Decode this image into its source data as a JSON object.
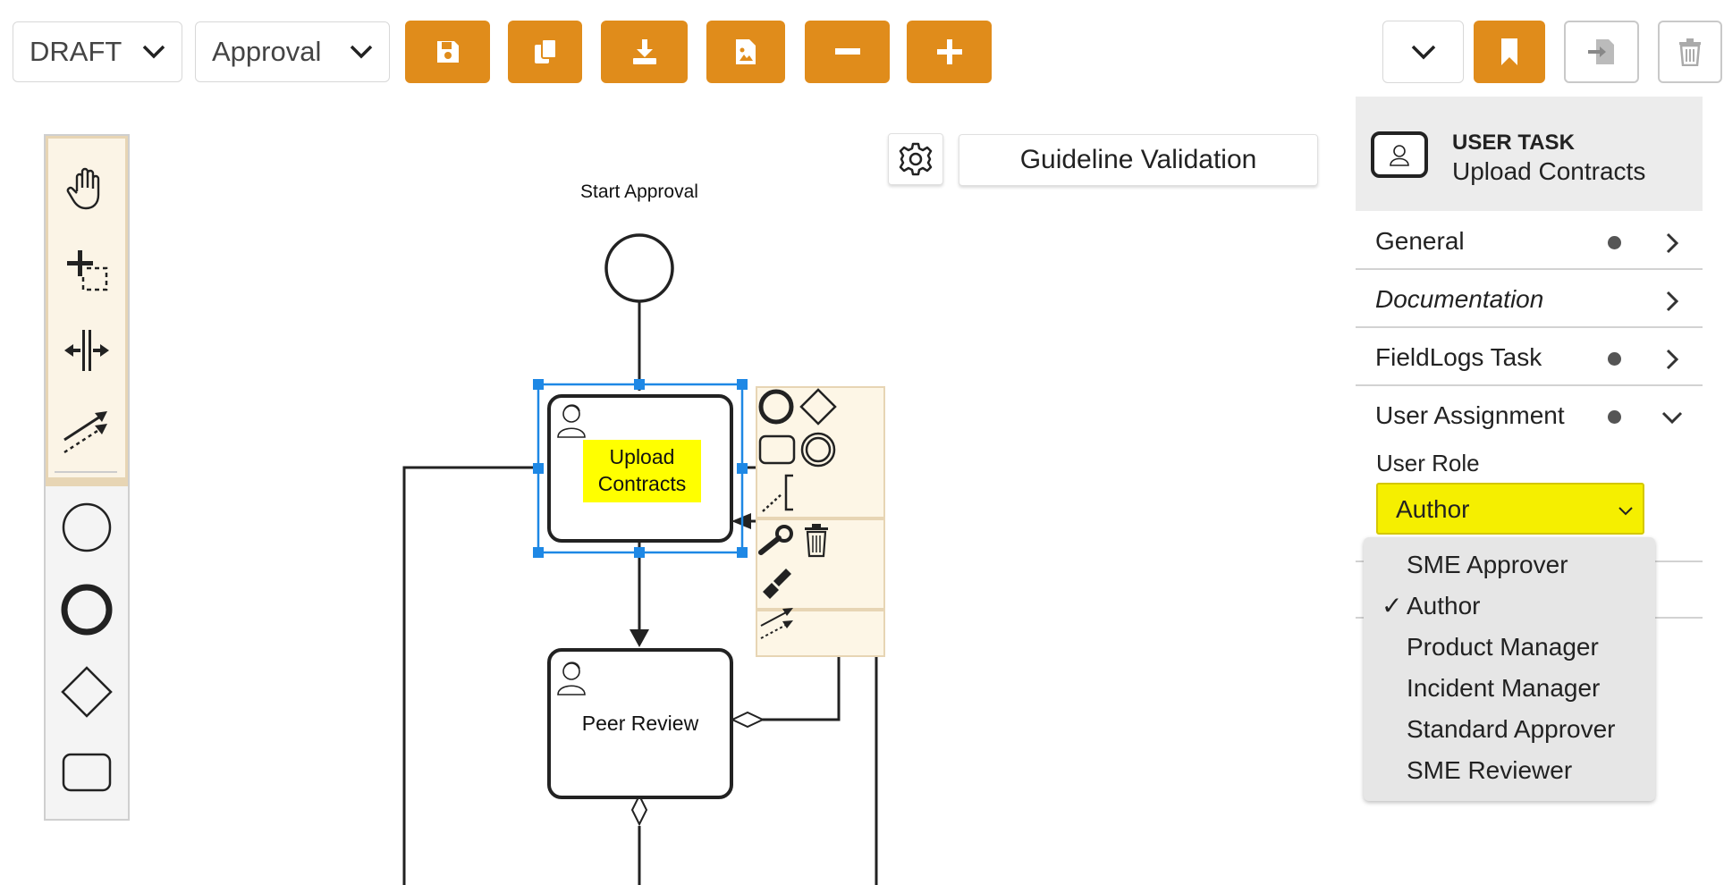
{
  "toolbar": {
    "status_select": "DRAFT",
    "workflow_select": "Approval",
    "colors": {
      "accent": "#e08c1b"
    }
  },
  "canvas": {
    "gear_label": "",
    "guideline_button": "Guideline Validation",
    "start_event_label": "Start Approval",
    "task_upload_label": "Upload Contracts",
    "task_peer_label": "Peer Review",
    "highlight_color": "#ffff00"
  },
  "panel": {
    "type_label": "USER TASK",
    "name_label": "Upload Contracts",
    "sections": {
      "general": "General",
      "documentation": "Documentation",
      "fieldlogs": "FieldLogs Task",
      "user_assignment": "User Assignment"
    },
    "user_role_label": "User Role",
    "user_role_value": "Author",
    "role_options": [
      "SME Approver",
      "Author",
      "Product Manager",
      "Incident Manager",
      "Standard Approver",
      "SME Reviewer"
    ],
    "role_selected": "Author"
  }
}
